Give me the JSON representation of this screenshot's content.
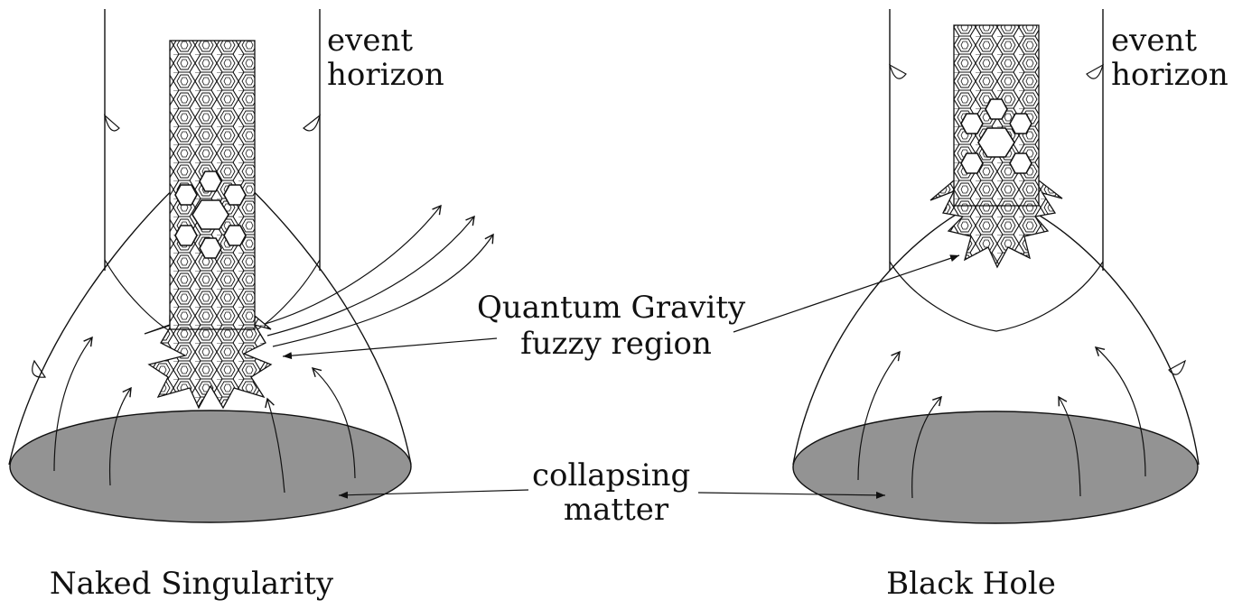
{
  "labels": {
    "event_horizon_left": [
      "event",
      "horizon"
    ],
    "event_horizon_right": [
      "event",
      "horizon"
    ],
    "quantum_gravity": [
      "Quantum Gravity",
      "fuzzy region"
    ],
    "collapsing_matter": [
      "collapsing",
      "matter"
    ],
    "caption_left": "Naked Singularity",
    "caption_right": "Black Hole"
  },
  "colors": {
    "matter_fill": "#939393",
    "ink": "#111111",
    "background": "#ffffff"
  }
}
